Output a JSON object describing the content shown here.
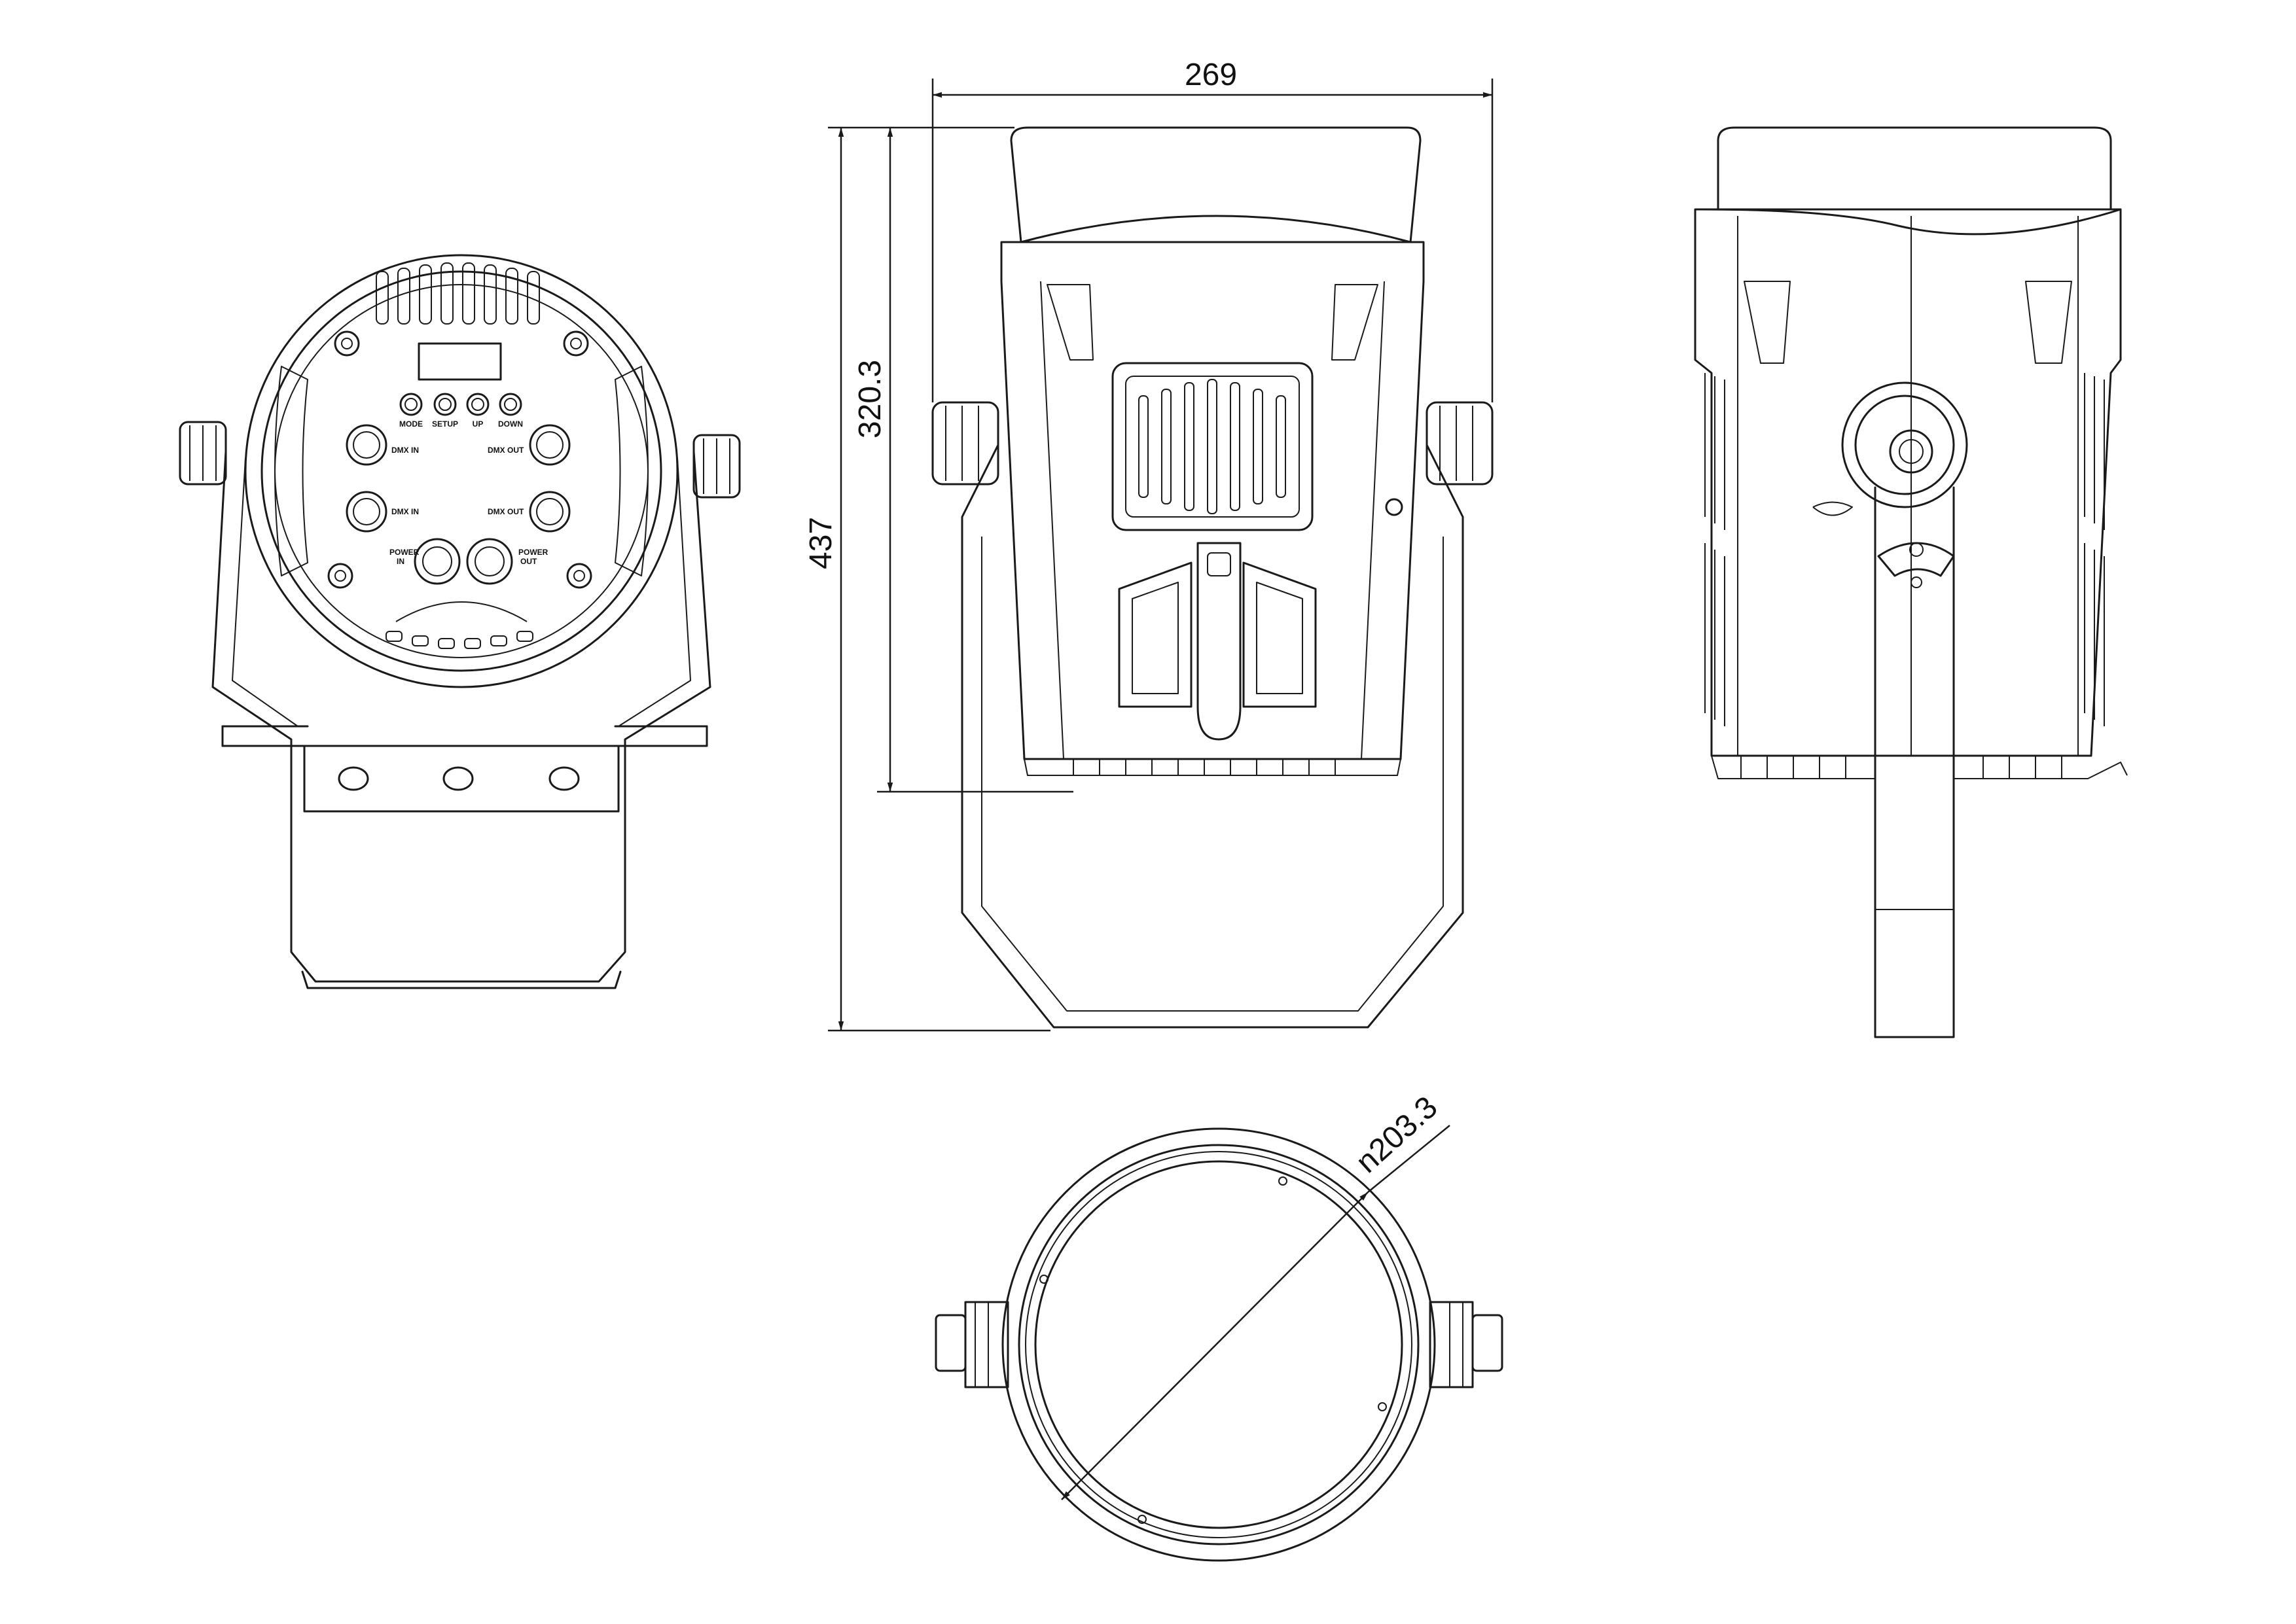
{
  "dimensions": {
    "width": "269",
    "height_total": "437",
    "height_body": "320.3",
    "diameter": "n203.3"
  },
  "rear_panel": {
    "buttons": [
      "MODE",
      "SETUP",
      "UP",
      "DOWN"
    ],
    "dmx_in_1": "DMX IN",
    "dmx_out_1": "DMX OUT",
    "dmx_in_2": "DMX IN",
    "dmx_out_2": "DMX OUT",
    "power_in_line1": "POWER",
    "power_in_line2": "IN",
    "power_out_line1": "POWER",
    "power_out_line2": "OUT"
  },
  "colors": {
    "line": "#1a1a1a",
    "background": "#ffffff"
  }
}
